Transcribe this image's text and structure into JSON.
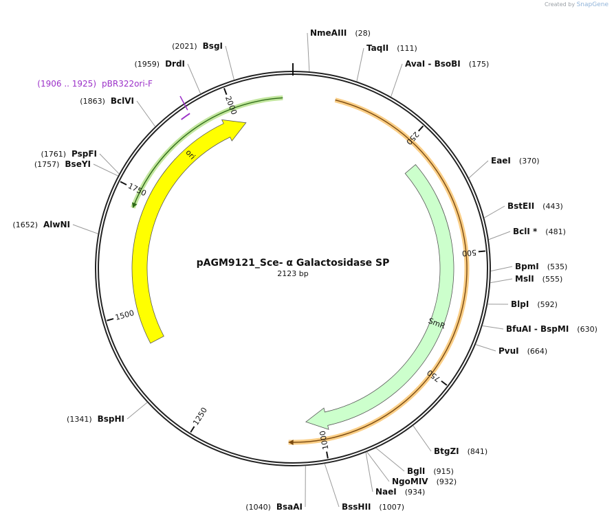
{
  "watermark": {
    "prefix": "Created by",
    "brand": "SnapGene"
  },
  "plasmid": {
    "name": "pAGM9121_Sce- α Galactosidase SP",
    "length_label": "2123 bp",
    "length": 2123
  },
  "ticks": [
    {
      "pos": 0,
      "label": ""
    },
    {
      "pos": 250,
      "label": "250"
    },
    {
      "pos": 500,
      "label": "500"
    },
    {
      "pos": 750,
      "label": "750"
    },
    {
      "pos": 1000,
      "label": "1000"
    },
    {
      "pos": 1250,
      "label": "1250"
    },
    {
      "pos": 1500,
      "label": "1500"
    },
    {
      "pos": 1750,
      "label": "1750"
    },
    {
      "pos": 2000,
      "label": "2000"
    }
  ],
  "sites": [
    {
      "pos": 28,
      "name": "NmeAIII",
      "pos_label": "(28)",
      "side": "right"
    },
    {
      "pos": 111,
      "name": "TaqII",
      "pos_label": "(111)",
      "side": "right"
    },
    {
      "pos": 175,
      "name": "AvaI  - BsoBI",
      "pos_label": "(175)",
      "side": "right"
    },
    {
      "pos": 370,
      "name": "EaeI",
      "pos_label": "(370)",
      "side": "right"
    },
    {
      "pos": 443,
      "name": "BstEII",
      "pos_label": "(443)",
      "side": "right"
    },
    {
      "pos": 481,
      "name": "BclI *",
      "pos_label": "(481)",
      "side": "right"
    },
    {
      "pos": 535,
      "name": "BpmI",
      "pos_label": "(535)",
      "side": "right"
    },
    {
      "pos": 555,
      "name": "MslI",
      "pos_label": "(555)",
      "side": "right"
    },
    {
      "pos": 592,
      "name": "BlpI",
      "pos_label": "(592)",
      "side": "right"
    },
    {
      "pos": 630,
      "name": "BfuAI  - BspMI",
      "pos_label": "(630)",
      "side": "right"
    },
    {
      "pos": 664,
      "name": "PvuI",
      "pos_label": "(664)",
      "side": "right"
    },
    {
      "pos": 841,
      "name": "BtgZI",
      "pos_label": "(841)",
      "side": "right"
    },
    {
      "pos": 915,
      "name": "BglI",
      "pos_label": "(915)",
      "side": "right"
    },
    {
      "pos": 932,
      "name": "NgoMIV",
      "pos_label": "(932)",
      "side": "right"
    },
    {
      "pos": 934,
      "name": "NaeI",
      "pos_label": "(934)",
      "side": "right"
    },
    {
      "pos": 1007,
      "name": "BssHII",
      "pos_label": "(1007)",
      "side": "right"
    },
    {
      "pos": 1040,
      "name": "BsaAI",
      "pos_label": "(1040)",
      "side": "left"
    },
    {
      "pos": 1341,
      "name": "BspHI",
      "pos_label": "(1341)",
      "side": "left"
    },
    {
      "pos": 1652,
      "name": "AlwNI",
      "pos_label": "(1652)",
      "side": "left"
    },
    {
      "pos": 1757,
      "name": "BseYI",
      "pos_label": "(1757)",
      "side": "left"
    },
    {
      "pos": 1761,
      "name": "PspFI",
      "pos_label": "(1761)",
      "side": "left"
    },
    {
      "pos": 1863,
      "name": "BclVI",
      "pos_label": "(1863)",
      "side": "left"
    },
    {
      "pos": 1959,
      "name": "DrdI",
      "pos_label": "(1959)",
      "side": "left"
    },
    {
      "pos": 2021,
      "name": "BsgI",
      "pos_label": "(2021)",
      "side": "left"
    }
  ],
  "primer": {
    "name": "pBR322ori-F",
    "range_label": "(1906 .. 1925)",
    "start": 1906,
    "end": 1925
  },
  "features": [
    {
      "name": "SmR",
      "label": "SmR",
      "start": 293,
      "end": 1033,
      "color": "#ccffcc",
      "direction": "forward"
    },
    {
      "name": "ori",
      "label": "ori",
      "start": 1429,
      "end": 2018,
      "color": "#ffff00",
      "direction": "reverse_end_arrow"
    }
  ],
  "highlights": [
    {
      "name": "orange-arc",
      "start": 83,
      "end": 1070,
      "color": "#f5a623"
    },
    {
      "name": "green-arc",
      "start": 1715,
      "end": 2103,
      "color": "#8fd14f"
    }
  ]
}
